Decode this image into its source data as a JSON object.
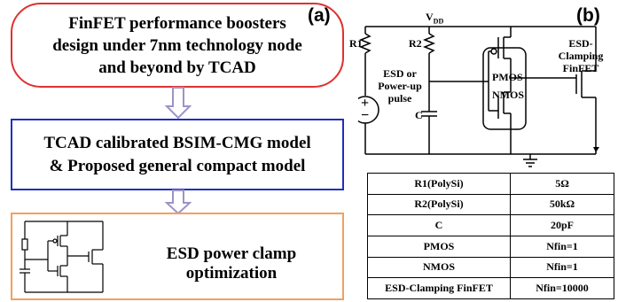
{
  "panel_a": {
    "label": "(a)",
    "box1_line1": "FinFET performance  boosters",
    "box1_line2": "design under 7nm technology node",
    "box1_line3": "and beyond by TCAD",
    "box2_line1": "TCAD calibrated BSIM-CMG model",
    "box2_line2": "& Proposed general compact model",
    "box3_text": "ESD power clamp optimization"
  },
  "panel_b": {
    "label": "(b)",
    "vdd": "V",
    "vdd_sub": "DD",
    "r1": "R1",
    "r2": "R2",
    "c": "C",
    "source_l1": "ESD or",
    "source_l2": "Power-up",
    "source_l3": "pulse",
    "pmos": "PMOS",
    "nmos": "NMOS",
    "clamp_l1": "ESD-",
    "clamp_l2": "Clamping",
    "clamp_l3": "FinFET",
    "plus": "+",
    "minus": "−"
  },
  "table": {
    "rows": [
      [
        "R1(PolySi)",
        "5Ω"
      ],
      [
        "R2(PolySi)",
        "50kΩ"
      ],
      [
        "C",
        "20pF"
      ],
      [
        "PMOS",
        "Nfin=1"
      ],
      [
        "NMOS",
        "Nfin=1"
      ],
      [
        "ESD-Clamping FinFET",
        "Nfin=10000"
      ]
    ]
  },
  "colors": {
    "box1_border": "#e03131",
    "box2_border": "#1f2fbf",
    "box3_border": "#f0a060",
    "arrow": "#9b93c9"
  }
}
